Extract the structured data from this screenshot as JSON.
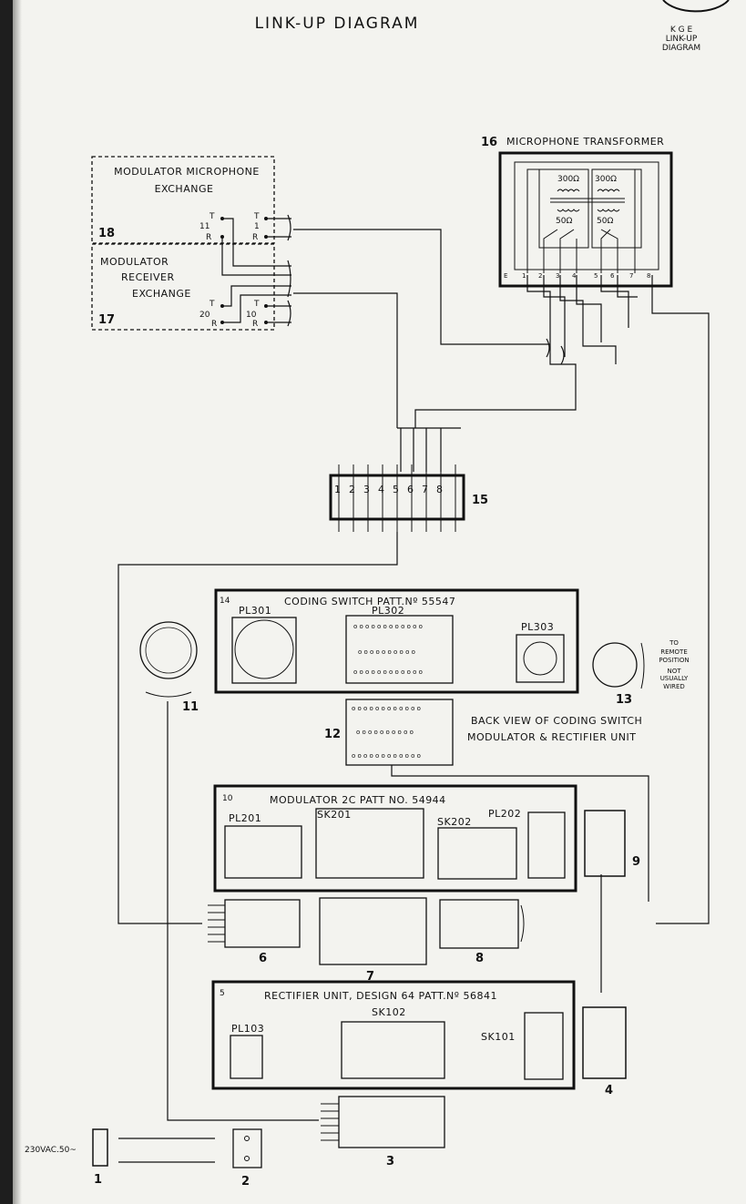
{
  "title": "LINK-UP DIAGRAM",
  "corner_label": [
    "K G E",
    "LINK-UP",
    "DIAGRAM"
  ],
  "units": {
    "u1": {
      "num": "1",
      "text": "230VAC.50~"
    },
    "u2": {
      "num": "2"
    },
    "u3": {
      "num": "3"
    },
    "u4": {
      "num": "4"
    },
    "u5": {
      "num": "5",
      "title": "RECTIFIER  UNIT, DESIGN 64  PATT.Nº 56841",
      "pl": "PL103",
      "sk102": "SK102",
      "sk101": "SK101"
    },
    "u6": {
      "num": "6"
    },
    "u7": {
      "num": "7"
    },
    "u8": {
      "num": "8"
    },
    "u9": {
      "num": "9"
    },
    "u10": {
      "num": "10",
      "title": "MODULATOR  2C  PATT NO. 54944",
      "pl201": "PL201",
      "sk201": "SK201",
      "sk202": "SK202",
      "pl202": "PL202"
    },
    "u11": {
      "num": "11"
    },
    "u12": {
      "num": "12",
      "caption": [
        "BACK VIEW OF CODING SWITCH",
        "MODULATOR & RECTIFIER UNIT"
      ]
    },
    "u13": {
      "num": "13",
      "text": [
        "TO",
        "REMOTE",
        "POSITION",
        "NOT",
        "USUALLY",
        "WIRED"
      ]
    },
    "u14": {
      "num": "14",
      "title": "CODING  SWITCH  PATT.Nº 55547",
      "pl301": "PL301",
      "pl302": "PL302",
      "pl303": "PL303"
    },
    "u15": {
      "num": "15",
      "terminals": [
        "1",
        "2",
        "3",
        "4",
        "5",
        "6",
        "7",
        "8"
      ]
    },
    "u16": {
      "num": "16",
      "title": "MICROPHONE TRANSFORMER",
      "r1": "300Ω",
      "r2": "300Ω",
      "r3": "50Ω",
      "r4": "50Ω",
      "terms": [
        "E",
        "1",
        "2",
        "3",
        "4",
        "5",
        "6",
        "7",
        "8"
      ]
    },
    "u17": {
      "num": "17",
      "title": [
        "MODULATOR",
        "RECEIVER",
        "EXCHANGE"
      ],
      "pins": [
        "T",
        "20",
        "R",
        "T",
        "10",
        "R"
      ]
    },
    "u18": {
      "num": "18",
      "title": [
        "MODULATOR MICROPHONE",
        "EXCHANGE"
      ],
      "pins": [
        "T",
        "11",
        "R",
        "T",
        "1",
        "R"
      ]
    }
  }
}
